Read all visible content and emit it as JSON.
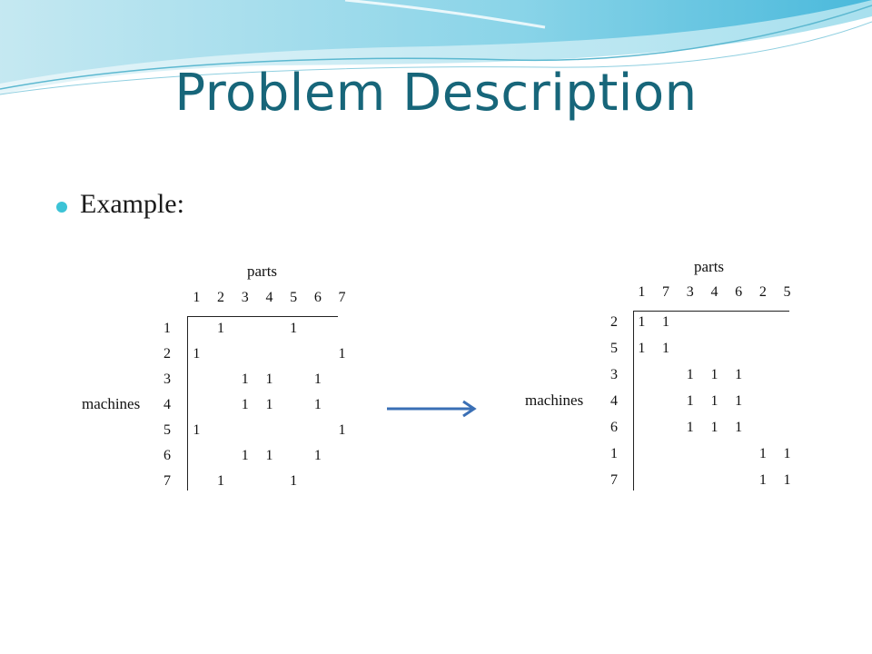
{
  "slide": {
    "title": "Problem Description",
    "bullet": "Example:"
  },
  "colors": {
    "title": "#17667a",
    "bullet": "#3cc3d6",
    "arrow": "#3a6fb5"
  },
  "matrix_before": {
    "parts_label": "parts",
    "machines_label": "machines",
    "col_headers": [
      "1",
      "2",
      "3",
      "4",
      "5",
      "6",
      "7"
    ],
    "rows": [
      {
        "machine": "1",
        "cells": [
          "",
          "1",
          "",
          "",
          "1",
          "",
          ""
        ]
      },
      {
        "machine": "2",
        "cells": [
          "1",
          "",
          "",
          "",
          "",
          "",
          "1"
        ]
      },
      {
        "machine": "3",
        "cells": [
          "",
          "",
          "1",
          "1",
          "",
          "1",
          ""
        ]
      },
      {
        "machine": "4",
        "cells": [
          "",
          "",
          "1",
          "1",
          "",
          "1",
          ""
        ]
      },
      {
        "machine": "5",
        "cells": [
          "1",
          "",
          "",
          "",
          "",
          "",
          "1"
        ]
      },
      {
        "machine": "6",
        "cells": [
          "",
          "",
          "1",
          "1",
          "",
          "1",
          ""
        ]
      },
      {
        "machine": "7",
        "cells": [
          "",
          "1",
          "",
          "",
          "1",
          "",
          ""
        ]
      }
    ]
  },
  "matrix_after": {
    "parts_label": "parts",
    "machines_label": "machines",
    "col_headers": [
      "1",
      "7",
      "3",
      "4",
      "6",
      "2",
      "5"
    ],
    "rows": [
      {
        "machine": "2",
        "cells": [
          "1",
          "1",
          "",
          "",
          "",
          "",
          ""
        ]
      },
      {
        "machine": "5",
        "cells": [
          "1",
          "1",
          "",
          "",
          "",
          "",
          ""
        ]
      },
      {
        "machine": "3",
        "cells": [
          "",
          "",
          "1",
          "1",
          "1",
          "",
          ""
        ]
      },
      {
        "machine": "4",
        "cells": [
          "",
          "",
          "1",
          "1",
          "1",
          "",
          ""
        ]
      },
      {
        "machine": "6",
        "cells": [
          "",
          "",
          "1",
          "1",
          "1",
          "",
          ""
        ]
      },
      {
        "machine": "1",
        "cells": [
          "",
          "",
          "",
          "",
          "",
          "1",
          "1"
        ]
      },
      {
        "machine": "7",
        "cells": [
          "",
          "",
          "",
          "",
          "",
          "1",
          "1"
        ]
      }
    ]
  }
}
